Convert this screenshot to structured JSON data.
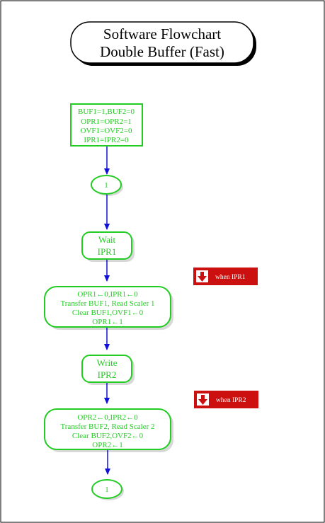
{
  "title": {
    "line1": "Software Flowchart",
    "line2": "Double Buffer (Fast)"
  },
  "nodes": {
    "init": {
      "lines": [
        "BUF1=1,BUF2=0",
        "OPR1=OPR2=1",
        "OVF1=OVF2=0",
        "IPR1=IPR2=0"
      ]
    },
    "connector_top": {
      "label": "1"
    },
    "wait": {
      "lines": [
        "Wait",
        "IPR1"
      ]
    },
    "process1": {
      "lines": [
        "OPR1←0,IPR1←0",
        "Transfer BUF1, Read Scaler 1",
        "Clear BUF1,OVF1←0",
        "OPR1←1"
      ]
    },
    "write": {
      "lines": [
        "Write",
        "IPR2"
      ]
    },
    "process2": {
      "lines": [
        "OPR2←0,IPR2←0",
        "Transfer BUF2, Read Scaler 2",
        "Clear BUF2,OVF2←0",
        "OPR2←1"
      ]
    },
    "connector_bottom": {
      "label": "1"
    }
  },
  "interrupts": [
    {
      "label": "when IPR1",
      "icon": "down-arrow-icon"
    },
    {
      "label": "when IPR2",
      "icon": "down-arrow-icon"
    }
  ],
  "colors": {
    "node_green": "#22cc22",
    "arrow_blue": "#1010d8",
    "interrupt_red": "#cc1010",
    "border": "#000000"
  }
}
